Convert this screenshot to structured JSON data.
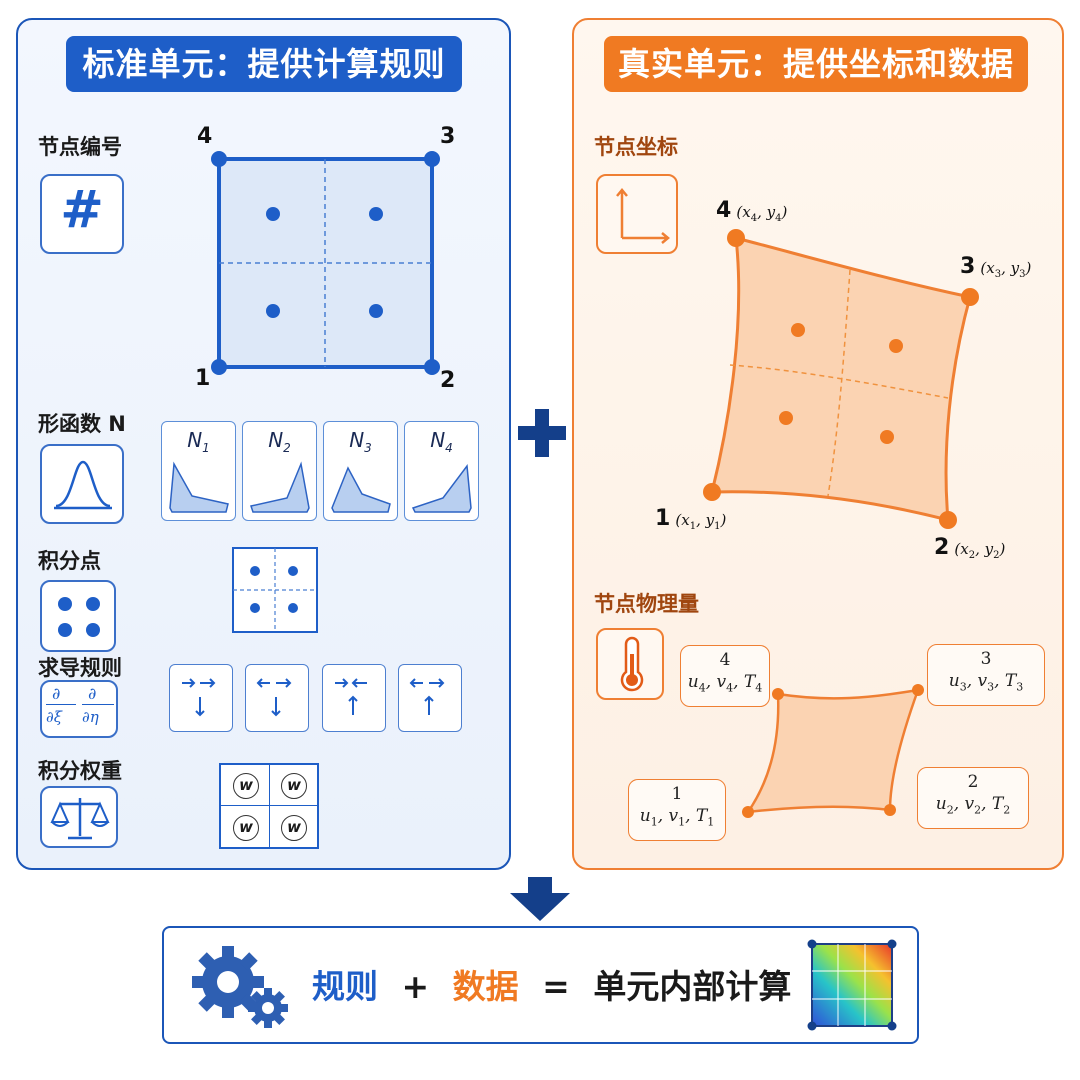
{
  "left_panel": {
    "title": "标准单元：提供计算规则",
    "sections": {
      "node_numbering": "节点编号",
      "shape_functions": "形函数 N",
      "integration_points": "积分点",
      "derivative_rules": "求导规则",
      "integration_weights": "积分权重"
    },
    "node_numbers": [
      "1",
      "2",
      "3",
      "4"
    ],
    "shape_function_labels": [
      "N",
      "N",
      "N",
      "N"
    ],
    "shape_function_subscripts": [
      "1",
      "2",
      "3",
      "4"
    ],
    "hash_symbol": "#",
    "derivative_symbol": "∂",
    "derivative_vars": [
      "∂ξ",
      "∂η"
    ],
    "weight_symbol": "w"
  },
  "right_panel": {
    "title": "真实单元：提供坐标和数据",
    "sections": {
      "node_coordinates": "节点坐标",
      "node_physical": "节点物理量"
    },
    "nodes": [
      {
        "num": "1",
        "coord": "(x1, y1)"
      },
      {
        "num": "2",
        "coord": "(x2, y2)"
      },
      {
        "num": "3",
        "coord": "(x3, y3)"
      },
      {
        "num": "4",
        "coord": "(x4, y4)"
      }
    ],
    "physical": [
      {
        "num": "1",
        "values": "u1, v1, T1"
      },
      {
        "num": "2",
        "values": "u2, v2, T2"
      },
      {
        "num": "3",
        "values": "u3, v3, T3"
      },
      {
        "num": "4",
        "values": "u4, v4, T4"
      }
    ]
  },
  "bottom": {
    "rules": "规则",
    "plus": "+",
    "data": "数据",
    "equals": "=",
    "result": "单元内部计算"
  },
  "colors": {
    "blue": "#1e5ec8",
    "orange": "#f07a22",
    "navy": "#143f8a"
  },
  "icons": [
    "hash-icon",
    "bell-curve-icon",
    "four-dots-icon",
    "partial-derivative-icon",
    "balance-scale-icon",
    "axes-icon",
    "thermometer-icon",
    "gears-icon",
    "heatmap-grid-icon"
  ]
}
